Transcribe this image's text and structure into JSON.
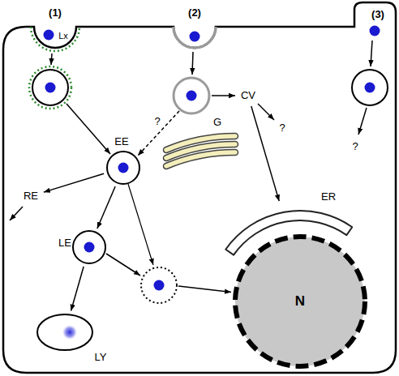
{
  "diagram": {
    "nodes": [
      {
        "text": [
          "CV"
        ]
      },
      {
        "text": [
          "G"
        ]
      },
      {
        "text": [
          "EE"
        ]
      },
      {
        "text": [
          "RE"
        ]
      },
      {
        "text": [
          "ER"
        ]
      },
      {
        "text": [
          "LE"
        ]
      },
      {
        "text": [
          "N"
        ]
      },
      {
        "text": [
          "LY"
        ]
      }
    ],
    "edges": [
      {
        "from": 2,
        "to": 3,
        "arrow": "to"
      },
      {
        "from": 2,
        "to": 5,
        "arrow": "to"
      },
      {
        "from": 5,
        "to": 7,
        "arrow": "to"
      },
      {
        "from": 0,
        "to": 4,
        "arrow": "to"
      }
    ],
    "labels": [
      "(1)",
      "(2)",
      "(3)",
      "Lx",
      "?",
      "?",
      "?"
    ]
  }
}
